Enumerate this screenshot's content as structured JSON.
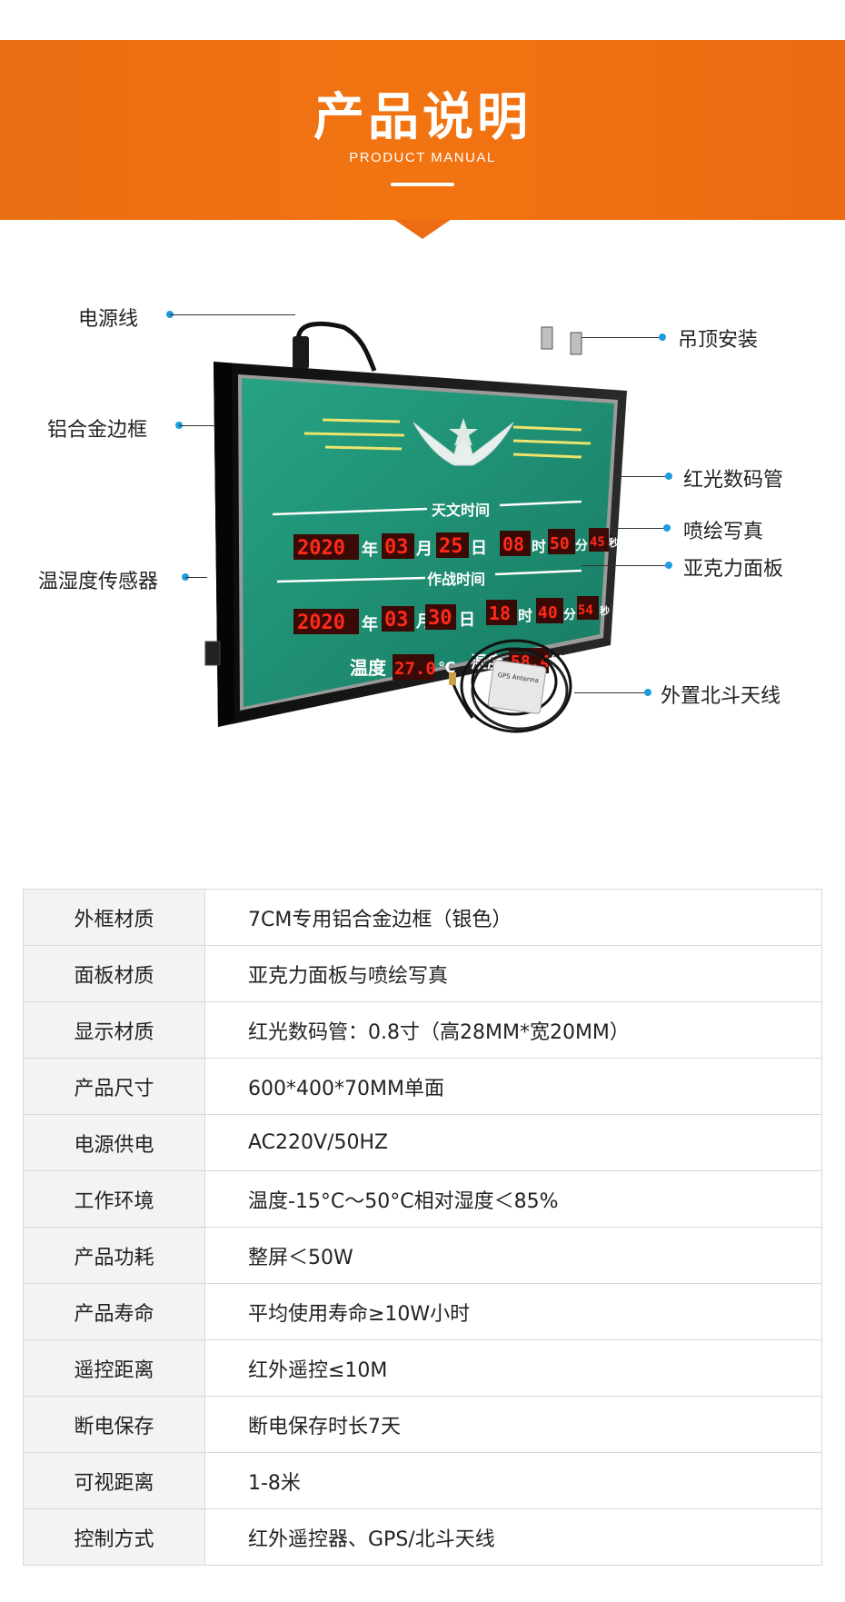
{
  "banner": {
    "title": "产品说明",
    "subtitle": "PRODUCT MANUAL"
  },
  "device": {
    "section_astro": "天文时间",
    "section_battle": "作战时间",
    "astro": {
      "year": "2020",
      "month": "03",
      "day": "25",
      "hour": "08",
      "minute": "50",
      "second": "45"
    },
    "battle": {
      "year": "2020",
      "month": "03",
      "day": "30",
      "hour": "18",
      "minute": "40",
      "second": "54"
    },
    "unit_year": "年",
    "unit_month": "月",
    "unit_day": "日",
    "unit_hour": "时",
    "unit_minute": "分",
    "unit_second": "秒",
    "temp_label": "温度",
    "temp_value": "27.0",
    "temp_unit": "℃",
    "humidity_label": "湿度",
    "humidity_value": "58.4",
    "humidity_unit": "%",
    "antenna_label_text": "GPS Antenna",
    "colors": {
      "panel": "#1f8f74",
      "frame": "#151515",
      "led": "#ff2a1a",
      "led_bg": "#3a0a06",
      "stripe": "#e9e066"
    }
  },
  "callouts": {
    "power_cord": "电源线",
    "ceiling_mount": "吊顶安装",
    "aluminum_frame": "铝合金边框",
    "red_led": "红光数码管",
    "inkjet_photo": "喷绘写真",
    "temp_humidity_sensor": "温湿度传感器",
    "acrylic_panel": "亚克力面板",
    "beidou_antenna": "外置北斗天线"
  },
  "specs": [
    {
      "key": "外框材质",
      "value": "7CM专用铝合金边框（银色）"
    },
    {
      "key": "面板材质",
      "value": "亚克力面板与喷绘写真"
    },
    {
      "key": "显示材质",
      "value": "红光数码管：0.8寸（高28MM*宽20MM）"
    },
    {
      "key": "产品尺寸",
      "value": "600*400*70MM单面"
    },
    {
      "key": "电源供电",
      "value": "AC220V/50HZ"
    },
    {
      "key": "工作环境",
      "value": "温度-15°C～50°C相对湿度＜85%"
    },
    {
      "key": "产品功耗",
      "value": "整屏＜50W"
    },
    {
      "key": "产品寿命",
      "value": "平均使用寿命≥10W小时"
    },
    {
      "key": "遥控距离",
      "value": "红外遥控≤10M"
    },
    {
      "key": "断电保存",
      "value": "断电保存时长7天"
    },
    {
      "key": "可视距离",
      "value": "1-8米"
    },
    {
      "key": "控制方式",
      "value": "红外遥控器、GPS/北斗天线"
    }
  ]
}
